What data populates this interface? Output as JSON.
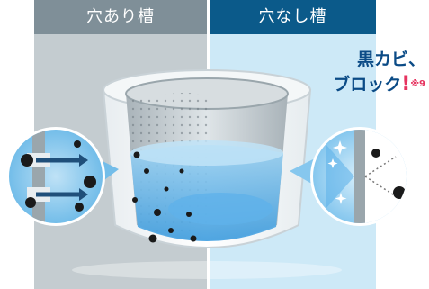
{
  "header": {
    "left_label": "穴あり槽",
    "right_label": "穴なし槽"
  },
  "callout": {
    "line1": "黒カビ、",
    "line2": "ブロック",
    "exclamation": "!",
    "note_mark": "※9"
  },
  "colors": {
    "left_panel": "#c4ccd0",
    "right_panel": "#cde9f7",
    "left_header": "#7f8f98",
    "right_header": "#0b5a8a",
    "callout_text": "#0b4b86",
    "accent": "#e6335f"
  },
  "icons": [
    "mold-spore-icon",
    "water-flow-arrow-icon",
    "sparkle-icon"
  ]
}
